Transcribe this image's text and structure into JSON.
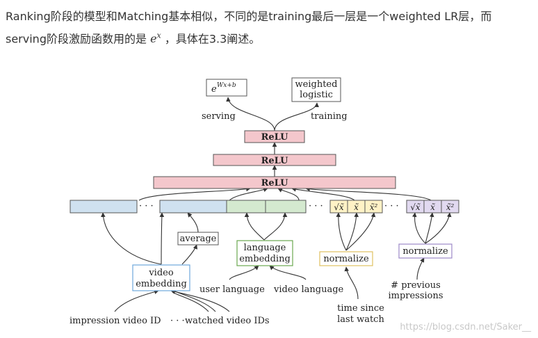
{
  "intro": {
    "line1": "Ranking阶段的模型和Matching基本相似，不同的是training最后一层是一个weighted LR层，而",
    "line2_pre": "serving阶段激励函数用的是 ",
    "math_base": "e",
    "math_sup": "x",
    "line2_post": " ，具体在3.3阐述。"
  },
  "diagram": {
    "output_serving_base": "e",
    "output_serving_sup": "Wx+b",
    "output_training_line1": "weighted",
    "output_training_line2": "logistic",
    "serving_label": "serving",
    "training_label": "training",
    "relu_top": "ReLU",
    "relu_mid": "ReLU",
    "relu_bottom": "ReLU",
    "dots": "· · ·",
    "sqrt_x": "√x̃",
    "x_tilde": "x̃",
    "x_sq": "x̃²",
    "average": "average",
    "language_embedding_line1": "language",
    "language_embedding_line2": "embedding",
    "normalize_1": "normalize",
    "normalize_2": "normalize",
    "video_embedding_line1": "video",
    "video_embedding_line2": "embedding",
    "user_language": "user language",
    "video_language": "video language",
    "previous_impressions_line1": "# previous",
    "previous_impressions_line2": "impressions",
    "time_since_line1": "time since",
    "time_since_line2": "last watch",
    "impression_video_id": "impression video ID",
    "mid_dots": "· · ·",
    "watched_video_ids": "watched video IDs"
  },
  "colors": {
    "relu_fill": "#f4c7cc",
    "embed_blue": "#cfe1f0",
    "embed_green": "#d4e9cf",
    "normalize_yellow": "#fff2c6",
    "normalize_purple": "#e1d9f0",
    "box_stroke": "#555555"
  },
  "watermark": "https://blog.csdn.net/Saker__"
}
